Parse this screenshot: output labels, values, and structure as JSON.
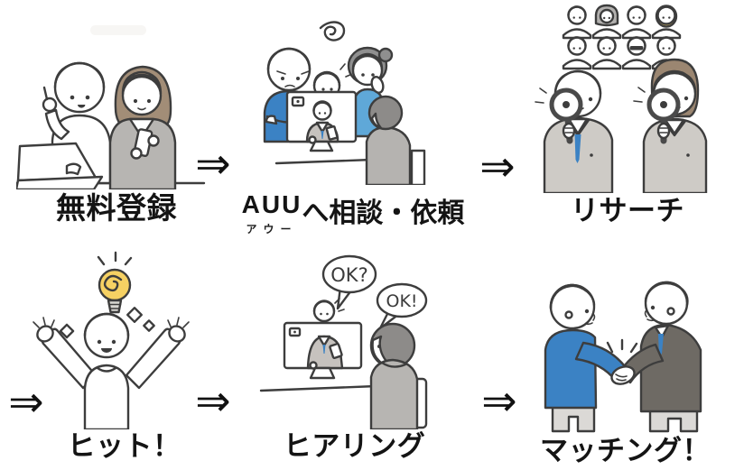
{
  "page": {
    "background": "#ffffff"
  },
  "flow": {
    "arrow_glyph": "⇒",
    "steps": [
      {
        "id": "free-registration",
        "label": "無料登録"
      },
      {
        "id": "consult-auu",
        "brand": "AUU",
        "furigana": "アウー",
        "suffix": "へ相談・依頼"
      },
      {
        "id": "research",
        "label": "リサーチ"
      },
      {
        "id": "hit",
        "label": "ヒット！"
      },
      {
        "id": "hearing",
        "label": "ヒアリング",
        "bubble_question": "OK?",
        "bubble_answer": "OK!"
      },
      {
        "id": "matching",
        "label": "マッチング！"
      }
    ]
  },
  "colors": {
    "line": "#3d3d3d",
    "accent_blue": "#3b82c4",
    "light_blue": "#5fa8d8",
    "highlight_yellow": "#f6d163",
    "hair_gray": "#8f8f8f",
    "hair_brown": "#a28d77",
    "suit_light_gray": "#cecbc6",
    "suit_dark": "#6e6a64",
    "cloth_gray": "#b7b5b2"
  }
}
